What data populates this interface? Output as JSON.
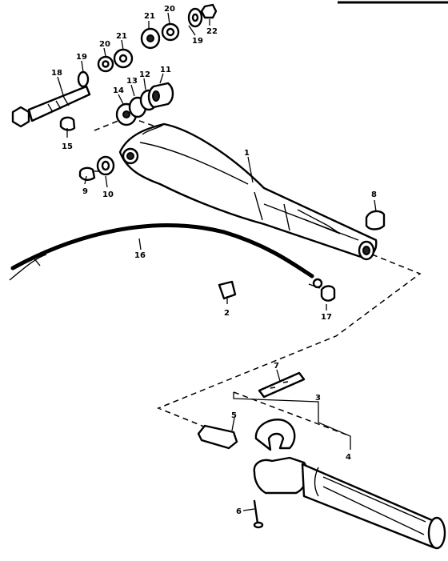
{
  "callouts": {
    "c1": "1",
    "c2": "2",
    "c3": "3",
    "c4": "4",
    "c5": "5",
    "c6": "6",
    "c7": "7",
    "c8": "8",
    "c9": "9",
    "c10": "10",
    "c11": "11",
    "c12": "12",
    "c13": "13",
    "c14": "14",
    "c15": "15",
    "c16": "16",
    "c17": "17",
    "c18": "18",
    "c19a": "19",
    "c19b": "19",
    "c20a": "20",
    "c20b": "20",
    "c21a": "21",
    "c21b": "21",
    "c22": "22"
  },
  "colors": {
    "ink": "#000000",
    "paper": "#ffffff"
  }
}
